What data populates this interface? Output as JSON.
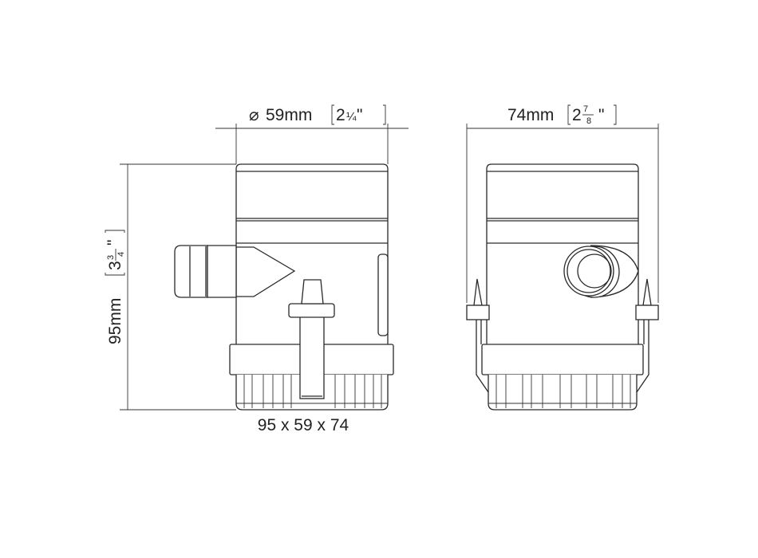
{
  "side_view": {
    "width_label": "59mm",
    "width_symbol": "⌀",
    "width_inch_whole": "2",
    "width_inch_fraction": "¼",
    "height_label": "95mm",
    "height_inch_whole": "3",
    "height_inch_num": "3",
    "height_inch_den": "4",
    "overall_dims": "95 x 59 x 74"
  },
  "front_view": {
    "width_label": "74mm",
    "width_inch_whole": "2",
    "width_inch_num": "7",
    "width_inch_den": "8"
  },
  "colors": {
    "line": "#2a2a2a",
    "background": "#ffffff"
  }
}
